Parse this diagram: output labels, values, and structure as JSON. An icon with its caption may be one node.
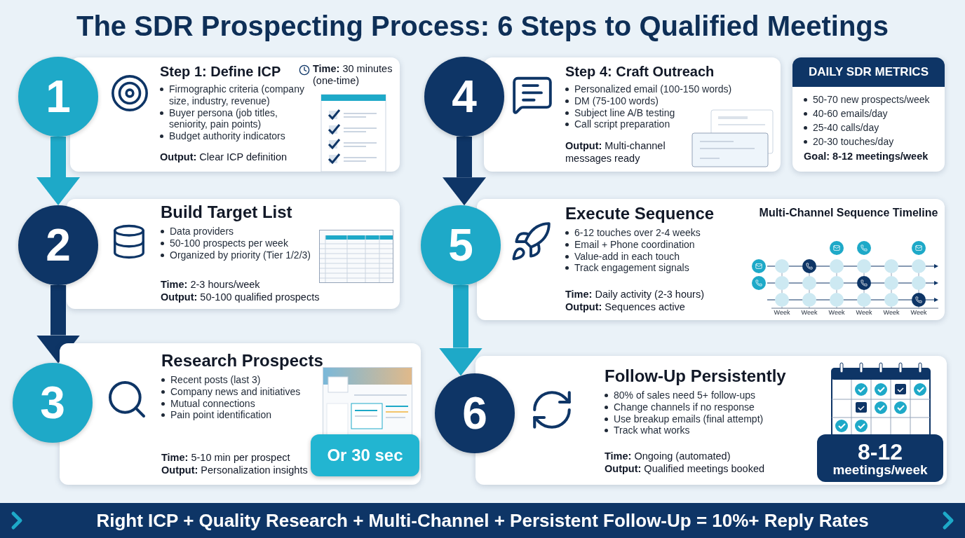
{
  "diagram": {
    "title": "The SDR Prospecting Process: 6 Steps to Qualified Meetings",
    "nodes": [
      {
        "text": [
          "1"
        ]
      },
      {
        "text": [
          "Step 1: Define ICP",
          "**Time:** 30 minutes (one-time)",
          "Firmographic criteria (company size, industry, revenue)",
          "Buyer persona (job titles, seniority, pain points)",
          "Budget authority indicators",
          "**Output:** Clear ICP definition"
        ]
      },
      {
        "text": [
          "2"
        ]
      },
      {
        "text": [
          "Build Target List",
          "Data providers",
          "50-100 prospects per week",
          "Organized by priority (Tier 1/2/3)",
          "**Time:** 2-3 hours/week",
          "**Output:** 50-100 qualified prospects"
        ]
      },
      {
        "text": [
          "3"
        ]
      },
      {
        "text": [
          "Research Prospects",
          "Recent posts (last 3)",
          "Company news and initiatives",
          "Mutual connections",
          "Pain point identification",
          "**Time:** 5-10 min per prospect",
          "**Output:** Personalization insights"
        ]
      },
      {
        "text": [
          "Or 30 sec"
        ],
        "in": 5
      },
      {
        "text": [
          "4"
        ]
      },
      {
        "text": [
          "Step 4: Craft Outreach",
          "Personalized email (100-150 words)",
          "DM (75-100 words)",
          "Subject line A/B testing",
          "Call script preparation",
          "**Output:** Multi-channel messages ready"
        ]
      },
      {
        "text": [
          "DAILY SDR METRICS",
          "50-70 new prospects/week",
          "40-60 emails/day",
          "25-40 calls/day",
          "20-30 touches/day",
          "Goal: 8-12 meetings/week"
        ]
      },
      {
        "text": [
          "5"
        ]
      },
      {
        "text": [
          "Execute Sequence",
          "6-12 touches over 2-4 weeks",
          "Email + Phone coordination",
          "Value-add in each touch",
          "Track engagement signals",
          "**Time:** Daily activity (2-3 hours)",
          "**Output:** Sequences active",
          "Multi-Channel Sequence Timeline"
        ]
      },
      {
        "text": [
          "6"
        ]
      },
      {
        "text": [
          "Follow-Up Persistently",
          "80% of sales need 5+ follow-ups",
          "Change channels if no response",
          "Use breakup emails (final attempt)",
          "Track what works",
          "**Time:** Ongoing (automated)",
          "**Output:** Qualified meetings booked"
        ]
      },
      {
        "text": [
          "8-12",
          "meetings/week"
        ],
        "in": 13
      },
      {
        "text": [
          "Right ICP + Quality Research + Multi-Channel + Persistent Follow-Up = 10%+ Reply Rates"
        ]
      }
    ],
    "edges": [
      {
        "from": 0,
        "to": 2,
        "arrow": "to",
        "color": "#1ea9c8"
      },
      {
        "from": 2,
        "to": 4,
        "arrow": "to",
        "color": "#0e3566"
      },
      {
        "from": 7,
        "to": 10,
        "arrow": "to",
        "color": "#0e3566"
      },
      {
        "from": 10,
        "to": 12,
        "arrow": "to",
        "color": "#1ea9c8"
      }
    ],
    "labels": [
      "Week",
      "Week",
      "Week",
      "Week",
      "Week",
      "Week"
    ]
  }
}
